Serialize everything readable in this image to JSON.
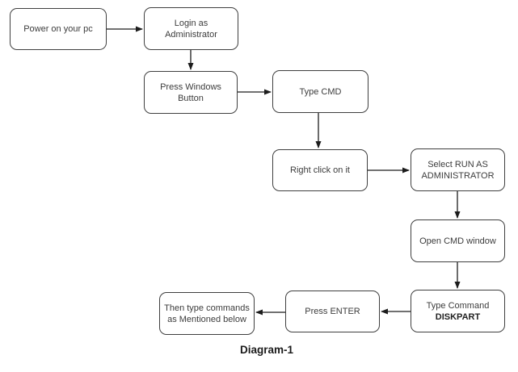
{
  "diagram": {
    "caption": "Diagram-1",
    "colors": {
      "border": "#3f3f3f",
      "text": "#3c3c3c",
      "arrow": "#1c1c1c",
      "background": "#ffffff"
    },
    "nodes": [
      {
        "id": "power-on",
        "lines": [
          "Power on your pc"
        ]
      },
      {
        "id": "login-admin",
        "lines": [
          "Login as",
          "Administrator"
        ]
      },
      {
        "id": "press-windows",
        "lines": [
          "Press Windows",
          "Button"
        ]
      },
      {
        "id": "type-cmd",
        "lines": [
          "Type CMD"
        ]
      },
      {
        "id": "right-click",
        "lines": [
          "Right click on it"
        ]
      },
      {
        "id": "select-run-admin",
        "lines": [
          "Select RUN AS",
          "ADMINISTRATOR"
        ]
      },
      {
        "id": "open-cmd",
        "lines": [
          "Open CMD window"
        ]
      },
      {
        "id": "type-diskpart",
        "lines": [
          "Type Command",
          "DISKPART"
        ]
      },
      {
        "id": "press-enter",
        "lines": [
          "Press ENTER"
        ]
      },
      {
        "id": "then-type",
        "lines": [
          "Then type commands",
          "as Mentioned below"
        ]
      }
    ],
    "arrows": [
      {
        "from": "power-on",
        "to": "login-admin"
      },
      {
        "from": "login-admin",
        "to": "press-windows"
      },
      {
        "from": "press-windows",
        "to": "type-cmd"
      },
      {
        "from": "type-cmd",
        "to": "right-click"
      },
      {
        "from": "right-click",
        "to": "select-run-admin"
      },
      {
        "from": "select-run-admin",
        "to": "open-cmd"
      },
      {
        "from": "open-cmd",
        "to": "type-diskpart"
      },
      {
        "from": "type-diskpart",
        "to": "press-enter"
      },
      {
        "from": "press-enter",
        "to": "then-type"
      }
    ]
  }
}
